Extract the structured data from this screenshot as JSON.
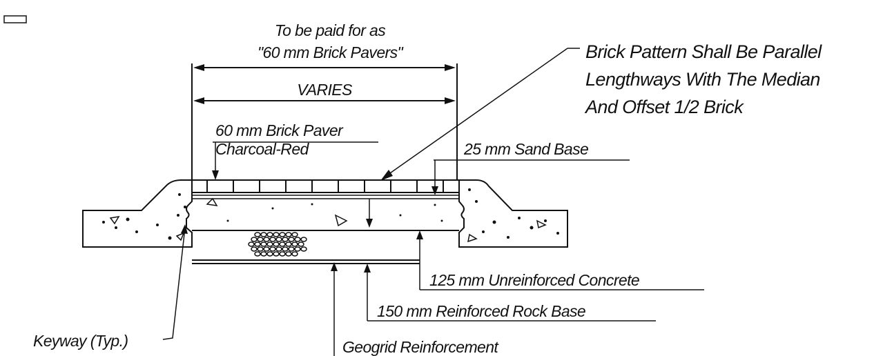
{
  "labels": {
    "pay_line1": "To be paid for as",
    "pay_line2": "\"60 mm Brick Pavers\"",
    "width": "VARIES",
    "paver_line1": "60 mm Brick Paver",
    "paver_line2": "Charcoal-Red",
    "pattern_line1": "Brick Pattern Shall Be Parallel",
    "pattern_line2": "Lengthways With The  Median",
    "pattern_line3": "And Offset 1/2 Brick",
    "sand": "25 mm Sand Base",
    "concrete": "125 mm Unreinforced Concrete",
    "rock": "150 mm Reinforced Rock Base",
    "keyway": "Keyway (Typ.)",
    "geogrid": "Geogrid Reinforcement"
  }
}
